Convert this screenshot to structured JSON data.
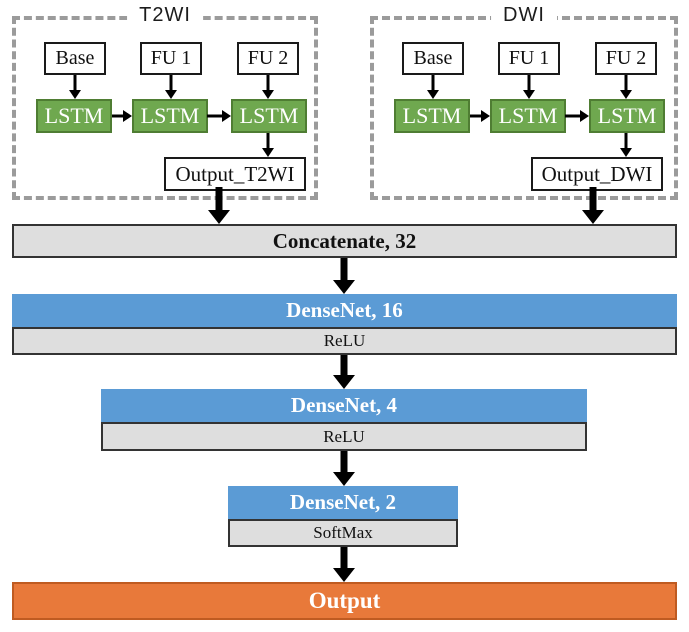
{
  "figure": {
    "type": "neural-network-architecture-diagram",
    "panels": [
      {
        "title": "T2WI",
        "inputs": [
          "Base",
          "FU 1",
          "FU 2"
        ],
        "cells": [
          "LSTM",
          "LSTM",
          "LSTM"
        ],
        "output": "Output_T2WI"
      },
      {
        "title": "DWI",
        "inputs": [
          "Base",
          "FU 1",
          "FU 2"
        ],
        "cells": [
          "LSTM",
          "LSTM",
          "LSTM"
        ],
        "output": "Output_DWI"
      }
    ],
    "layers": {
      "concat": "Concatenate, 32",
      "dense16": "DenseNet, 16",
      "relu16": "ReLU",
      "dense4": "DenseNet, 4",
      "relu4": "ReLU",
      "dense2": "DenseNet, 2",
      "softmax": "SoftMax",
      "output": "Output"
    },
    "colors": {
      "lstm_green": "#6FA84F",
      "lstm_green_border": "#4F7D33",
      "dense_blue": "#5B9BD5",
      "layer_gray": "#DEDEDE",
      "output_orange": "#E8793A",
      "output_orange_border": "#BF5B21",
      "panel_dash_gray": "#9B9B9B",
      "arrow_black": "#000000"
    }
  }
}
